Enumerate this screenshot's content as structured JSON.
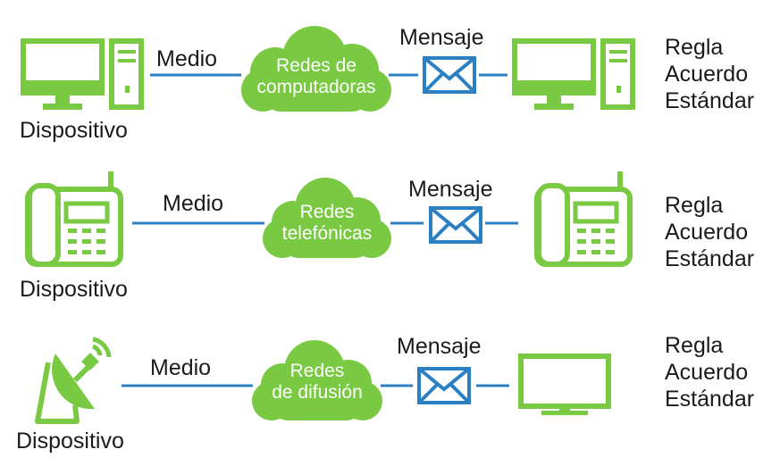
{
  "rows": [
    {
      "device_label": "Dispositivo",
      "medium_label": "Medio",
      "network_line1": "Redes de",
      "network_line2": "computadoras",
      "message_label": "Mensaje",
      "rules": [
        "Regla",
        "Acuerdo",
        "Estándar"
      ],
      "device_icon": "computer-icon"
    },
    {
      "device_label": "Dispositivo",
      "medium_label": "Medio",
      "network_line1": "Redes",
      "network_line2": "telefónicas",
      "message_label": "Mensaje",
      "rules": [
        "Regla",
        "Acuerdo",
        "Estándar"
      ],
      "device_icon": "phone-icon"
    },
    {
      "device_label": "Dispositivo",
      "medium_label": "Medio",
      "network_line1": "Redes",
      "network_line2": "de difusión",
      "message_label": "Mensaje",
      "rules": [
        "Regla",
        "Acuerdo",
        "Estándar"
      ],
      "device_icon": "satellite-dish-icon",
      "receiver_icon": "tv-icon"
    }
  ],
  "colors": {
    "green": "#7ac943",
    "blue": "#2b80c4",
    "text": "#1a1a1a"
  }
}
